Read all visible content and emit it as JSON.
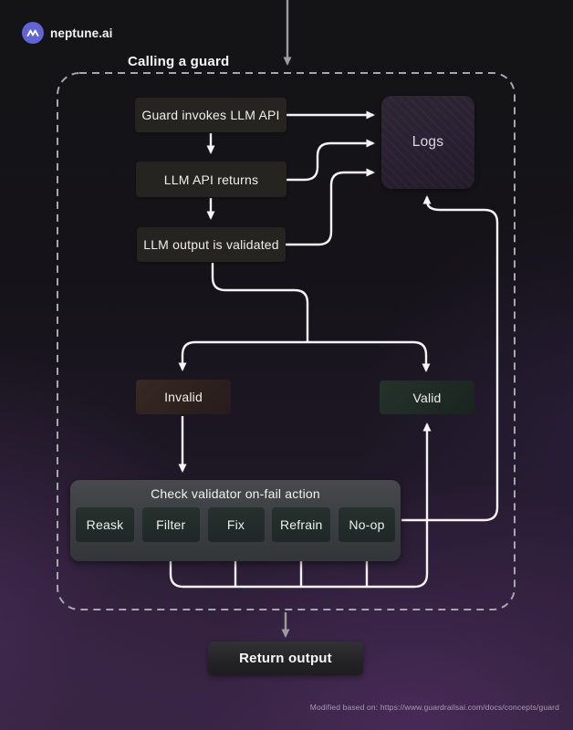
{
  "brand": {
    "logo_text": "neptune.ai"
  },
  "diagram": {
    "title": "Calling a guard",
    "nodes": {
      "guard_invokes": "Guard invokes LLM API",
      "llm_returns": "LLM API returns",
      "llm_validated": "LLM output is validated",
      "logs": "Logs",
      "invalid": "Invalid",
      "valid": "Valid",
      "onfail_title": "Check validator on-fail action",
      "onfail_actions": [
        "Reask",
        "Filter",
        "Fix",
        "Refrain",
        "No-op"
      ],
      "return_output": "Return output"
    },
    "colors": {
      "logo_accent": "#6064d4",
      "plain_node_bg": "#262420",
      "logs_bg": "#292031",
      "invalid_bg": "#2f221f",
      "valid_bg": "#202b24",
      "onfail_bg": "#3d4043",
      "action_bg": "#232c29",
      "connector": "#f5f3f5",
      "muted_arrow": "#9b9ba0",
      "dashed_border": "#a7a7ad"
    }
  },
  "footer": {
    "attribution": "Modified based on: https://www.guardrailsai.com/docs/concepts/guard"
  }
}
